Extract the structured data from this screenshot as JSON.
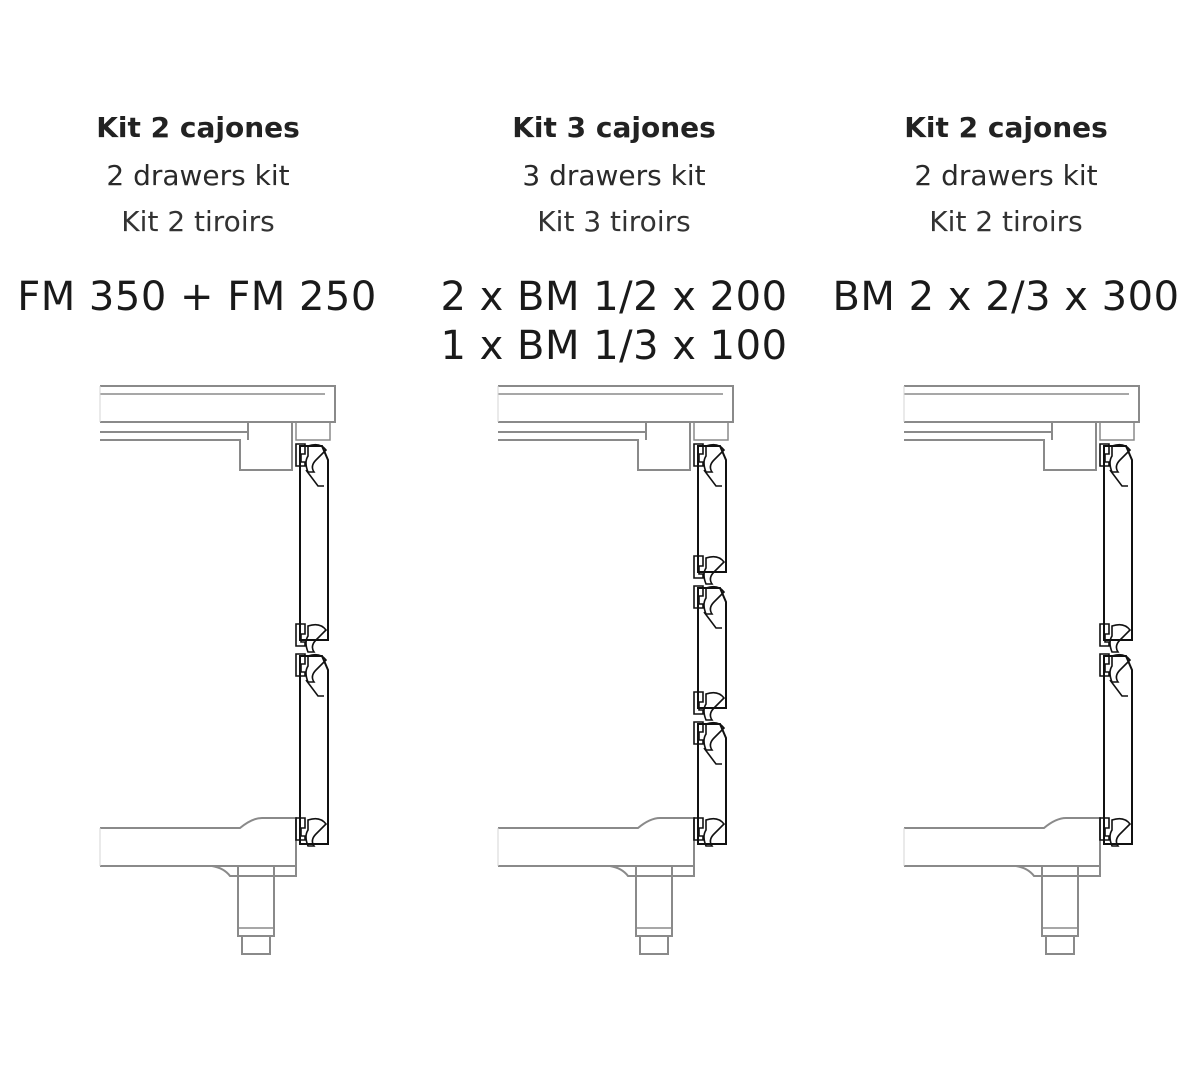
{
  "kits": [
    {
      "title_es": "Kit 2 cajones",
      "title_en": "2 drawers kit",
      "title_fr": "Kit 2 tiroirs",
      "model_lines": [
        "FM 350 + FM 250",
        ""
      ],
      "drawer_count": 2
    },
    {
      "title_es": "Kit 3 cajones",
      "title_en": "3 drawers kit",
      "title_fr": "Kit 3 tiroirs",
      "model_lines": [
        "2 x BM 1/2 x 200",
        "1 x BM 1/3 x 100"
      ],
      "drawer_count": 3
    },
    {
      "title_es": "Kit 2 cajones",
      "title_en": "2 drawers kit",
      "title_fr": "Kit 2 tiroirs",
      "model_lines": [
        "BM 2 x 2/3 x 300",
        ""
      ],
      "drawer_count": 2
    }
  ],
  "colors": {
    "text": "#1c1c1c",
    "cabinet_line": "#8a8a8a",
    "drawer_line": "#111111",
    "background": "#ffffff"
  }
}
